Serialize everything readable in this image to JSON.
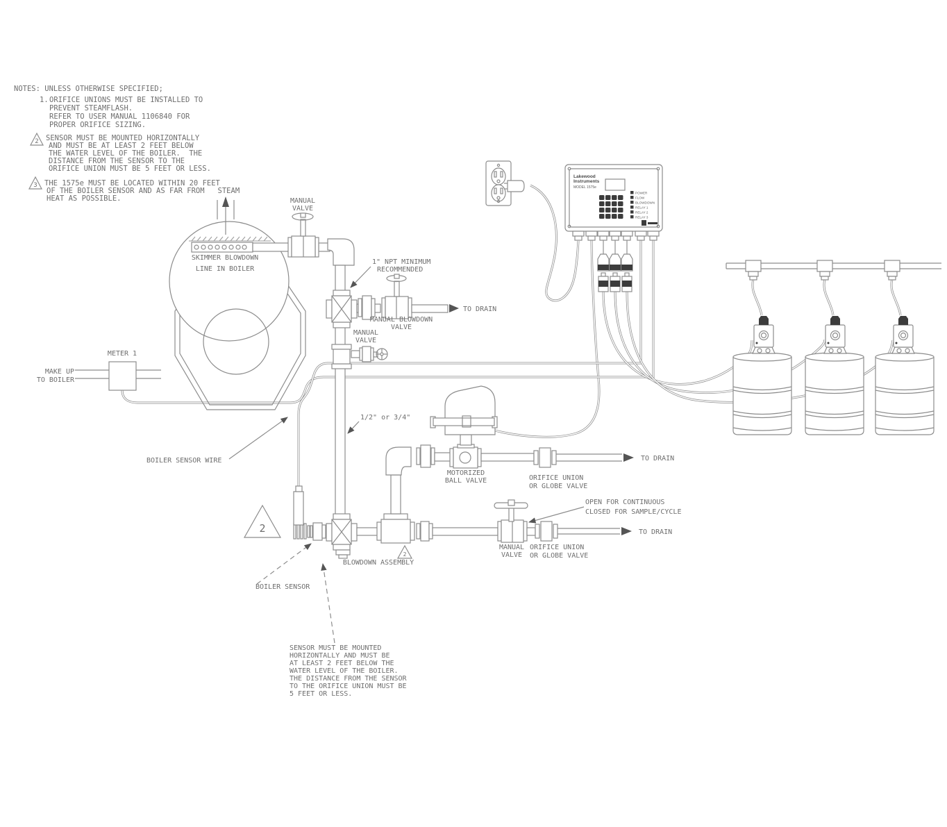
{
  "colors": {
    "line": "#8c8c8c",
    "text": "#6e6e6e",
    "dark": "#3c3c3c"
  },
  "notes": {
    "header": "NOTES: UNLESS OTHERWISE SPECIFIED;",
    "items": [
      {
        "marker": "1.",
        "lines": [
          "ORIFICE UNIONS MUST BE INSTALLED TO",
          "PREVENT STEAMFLASH.",
          "REFER TO USER MANUAL 1106840 FOR",
          "PROPER ORIFICE SIZING."
        ]
      },
      {
        "marker": "2",
        "lines": [
          "SENSOR MUST BE MOUNTED HORIZONTALLY",
          "AND MUST BE AT LEAST 2 FEET BELOW",
          "THE WATER LEVEL OF THE BOILER.  THE",
          "DISTANCE FROM THE SENSOR TO THE",
          "ORIFICE UNION MUST BE 5 FEET OR LESS."
        ]
      },
      {
        "marker": "3",
        "lines": [
          "THE 1575e MUST BE LOCATED WITHIN 20 FEET",
          "OF THE BOILER SENSOR AND AS FAR FROM   STEAM",
          "HEAT AS POSSIBLE."
        ]
      }
    ]
  },
  "labels": {
    "skimmer1": "SKIMMER BLOWDOWN",
    "skimmer2": "LINE IN BOILER",
    "manual_valve1": "MANUAL",
    "manual_valve2": "VALVE",
    "npt1": "1\" NPT MINIMUM",
    "npt2": "RECOMMENDED",
    "manual_blowdown1": "MANUAL BLOWDOWN",
    "manual_blowdown2": "VALVE",
    "to_drain": "TO DRAIN",
    "pipe_size": "1/2\" or 3/4\"",
    "meter": "METER 1",
    "makeup1": "MAKE UP",
    "makeup2": "TO BOILER",
    "sensor_wire": "BOILER SENSOR WIRE",
    "motorized1": "MOTORIZED",
    "motorized2": "BALL VALVE",
    "orifice1": "ORIFICE UNION",
    "orifice2": "OR GLOBE VALVE",
    "open1": "OPEN FOR CONTINUOUS",
    "open2": "CLOSED FOR SAMPLE/CYCLE",
    "blowdown_assembly": "BLOWDOWN ASSEMBLY",
    "boiler_sensor": "BOILER SENSOR",
    "flag2": "2"
  },
  "bottom_note": {
    "lines": [
      "SENSOR MUST BE MOUNTED",
      "HORIZONTALLY AND MUST BE",
      "AT LEAST 2 FEET BELOW THE",
      "WATER LEVEL OF THE BOILER.",
      "THE DISTANCE FROM THE SENSOR",
      "TO THE ORIFICE UNION MUST BE",
      "5 FEET OR LESS."
    ]
  },
  "controller": {
    "brand1": "Lakewood",
    "brand2": "Instruments",
    "model": "MODEL 1575e",
    "leds": [
      "POWER",
      "FLOW",
      "BLOWDOWN",
      "RELAY 1",
      "RELAY 2",
      "RELAY 3"
    ]
  }
}
